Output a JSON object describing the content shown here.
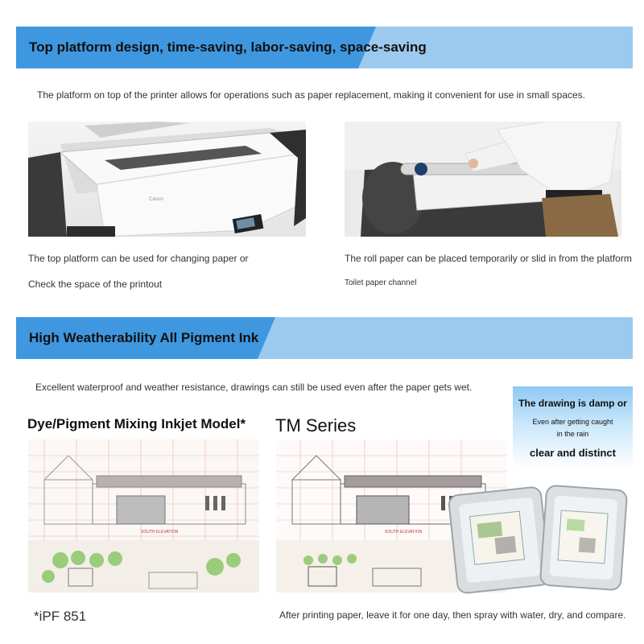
{
  "section1": {
    "title": "Top platform design, time-saving, labor-saving, space-saving",
    "intro": "The platform on top of the printer allows for operations such as paper replacement, making it convenient for use in small spaces.",
    "left_caption_1": "The top platform can be used for changing paper or",
    "left_caption_2": "Check the space of the printout",
    "right_caption_1": "The roll paper can be placed temporarily or slid in from the platform",
    "right_caption_2": "Toilet paper channel",
    "printer_brand": "Canon"
  },
  "section2": {
    "title": "High Weatherability All Pigment Ink",
    "intro": "Excellent waterproof and weather resistance, drawings can still be used even after the paper gets wet.",
    "left_label": "Dye/Pigment Mixing Inkjet Model*",
    "right_label": "TM Series",
    "footnote": "*iPF 851",
    "bottom_caption": "After printing paper, leave it for one day, then spray with water, dry, and compare.",
    "elevation_label": "SOUTH ELEVATION",
    "callout": {
      "line1": "The drawing is damp or",
      "line2a": "Even after getting caught",
      "line2b": "in the rain",
      "line3": "clear and distinct"
    }
  },
  "colors": {
    "banner_tab": "#3f97df",
    "banner_bg": "#9ccaef"
  }
}
